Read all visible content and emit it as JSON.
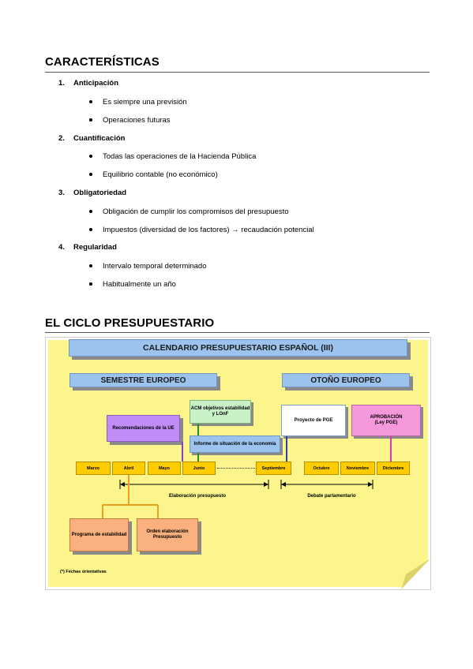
{
  "section1": {
    "title": "CARACTERÍSTICAS",
    "items": [
      {
        "num": "1.",
        "label": "Anticipación",
        "subs": [
          "Es siempre una previsión",
          "Operaciones futuras"
        ]
      },
      {
        "num": "2.",
        "label": "Cuantificación",
        "subs": [
          "Todas las operaciones de la Hacienda Pública",
          "Equilibrio contable (no económico)"
        ]
      },
      {
        "num": "3.",
        "label": "Obligatoriedad",
        "subs": [
          "Obligación de cumplir los compromisos del presupuesto",
          "Impuestos (diversidad de los factores) → recaudación potencial"
        ]
      },
      {
        "num": "4.",
        "label": "Regularidad",
        "subs": [
          "Intervalo temporal determinado",
          "Habitualmente un año"
        ]
      }
    ]
  },
  "section2": {
    "title": "EL CICLO PRESUPUESTARIO",
    "diagram": {
      "title": "CALENDARIO PRESUPUESTARIO ESPAÑOL (III)",
      "semestre": "SEMESTRE EUROPEO",
      "otono": "OTOÑO EUROPEO",
      "recomendaciones": "Recomendaciones de la UE",
      "acm": "ACM objetivos estabilidad y LOnF",
      "informe": "Informe de situación de la economía",
      "proyecto": "Proyecto de PGE",
      "aprobacion_1": "APROBACIÓN",
      "aprobacion_2": "(Ley PGE)",
      "months": [
        "Marzo",
        "Abril",
        "Mayo",
        "Junio",
        "Septiembre",
        "Octubre",
        "Noviembre",
        "Diciembre"
      ],
      "elaboracion": "Elaboración presupuesto",
      "debate": "Debate parlamentario",
      "programa": "Programa de estabilidad",
      "orden": "Orden elaboración Presupuesto",
      "footnote": "(*) Fechas orientativas",
      "colors": {
        "note": "#fbf58c",
        "blue": "#9bc3ee",
        "purple": "#c08cf5",
        "green": "#c8f1c8",
        "pink": "#f598dc",
        "orange": "#ffcc00",
        "peach": "#fbb07f"
      }
    }
  }
}
